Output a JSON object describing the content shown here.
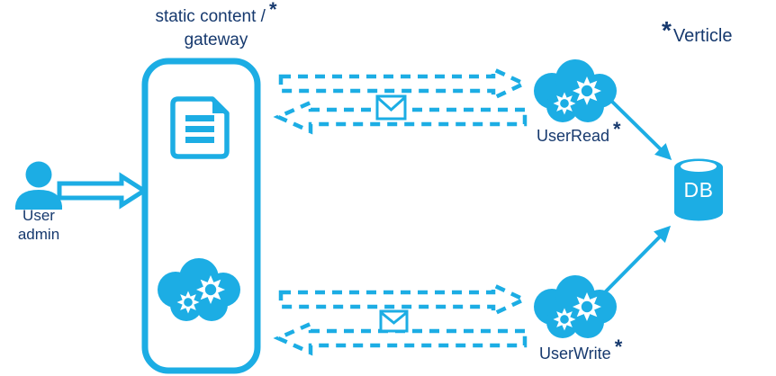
{
  "diagram": {
    "title": {
      "text": "static content /",
      "asterisk": "*",
      "subtitle": "gateway"
    },
    "legend": {
      "asterisk": "*",
      "label": "Verticle"
    },
    "user": {
      "label": "User\nadmin"
    },
    "services": {
      "user_read": {
        "label": "UserRead",
        "asterisk": "*"
      },
      "user_write": {
        "label": "UserWrite",
        "asterisk": "*"
      }
    },
    "database": {
      "label": "DB"
    },
    "icons": {
      "user": "user-icon",
      "document": "document-icon",
      "cloud_gears": "cloud-gears-icon",
      "envelope": "envelope-icon",
      "database": "database-cylinder-icon",
      "request_arrow": "dashed-right-arrow-icon",
      "reply_arrow": "dashed-left-arrow-icon"
    },
    "colors": {
      "cyan": "#1CADE4",
      "navy": "#16396E",
      "background": "#FFFFFF"
    }
  }
}
